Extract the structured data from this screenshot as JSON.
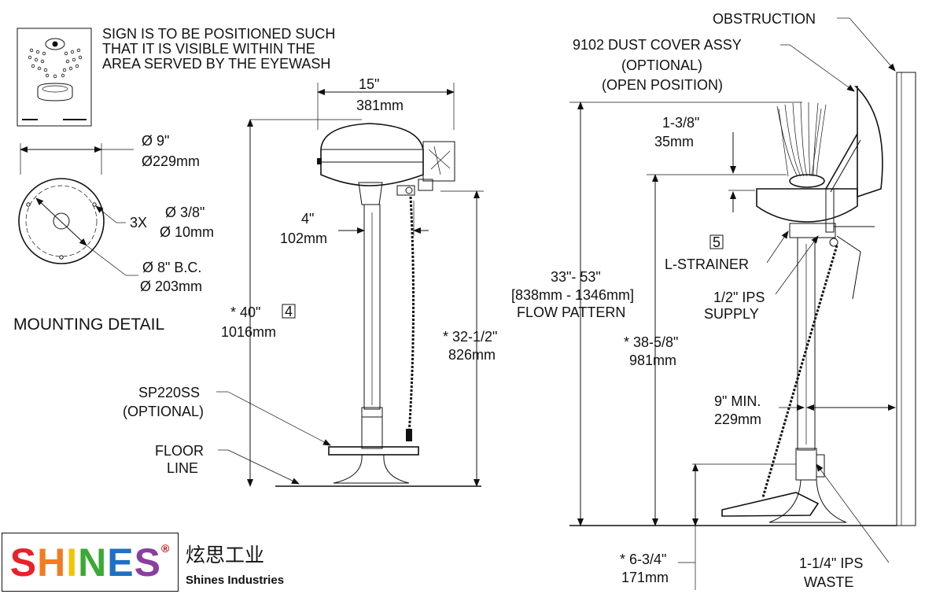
{
  "sign": {
    "note_lines": [
      "SIGN IS TO BE POSITIONED SUCH",
      "THAT IT IS VISIBLE WITHIN THE",
      "AREA SERVED BY THE EYEWASH"
    ]
  },
  "mounting": {
    "title": "MOUNTING DETAIL",
    "dia_in": "Ø 9\"",
    "dia_mm": "Ø229mm",
    "holes_qty": "3X",
    "hole_in": "Ø 3/8\"",
    "hole_mm": "Ø 10mm",
    "bc_in": "Ø 8\"  B.C.",
    "bc_mm": "Ø 203mm"
  },
  "front_view": {
    "width_in": "15\"",
    "width_mm": "381mm",
    "offset_in": "4\"",
    "offset_mm": "102mm",
    "height_in": "* 40\"",
    "height_mm": "1016mm",
    "note_4": "4",
    "pedal_in": "* 32-1/2\"",
    "pedal_mm": "826mm",
    "accessory_line1": "SP220SS",
    "accessory_line2": "(OPTIONAL)",
    "floor_line1": "FLOOR",
    "floor_line2": "LINE"
  },
  "side_view": {
    "obstruction": "OBSTRUCTION",
    "dust_cover_line1": "9102 DUST COVER ASSY",
    "dust_cover_line2": "(OPTIONAL)",
    "dust_cover_line3": "(OPEN POSITION)",
    "spray_in": "1-3/8\"",
    "spray_mm": "35mm",
    "note_5": "5",
    "strainer": "L-STRAINER",
    "supply_line1": "1/2\" IPS",
    "supply_line2": "SUPPLY",
    "flow_line1": "33\"- 53\"",
    "flow_line2": "[838mm - 1346mm]",
    "flow_line3": "FLOW PATTERN",
    "bowl_in": "* 38-5/8\"",
    "bowl_mm": "981mm",
    "min_in": "9\" MIN.",
    "min_mm": "229mm",
    "waste_h_in": "* 6-3/4\"",
    "waste_h_mm": "171mm",
    "waste_line1": "1-1/4\" IPS",
    "waste_line2": "WASTE"
  },
  "brand": {
    "logo_letters": [
      "S",
      "H",
      "I",
      "N",
      "E",
      "S"
    ],
    "logo_colors": [
      "#e8212b",
      "#f47b20",
      "#f2c500",
      "#3aa935",
      "#1f6fc5",
      "#8a3ea0"
    ],
    "reg_mark": "®",
    "chinese_name": "炫思工业",
    "english_name": "Shines Industries"
  }
}
